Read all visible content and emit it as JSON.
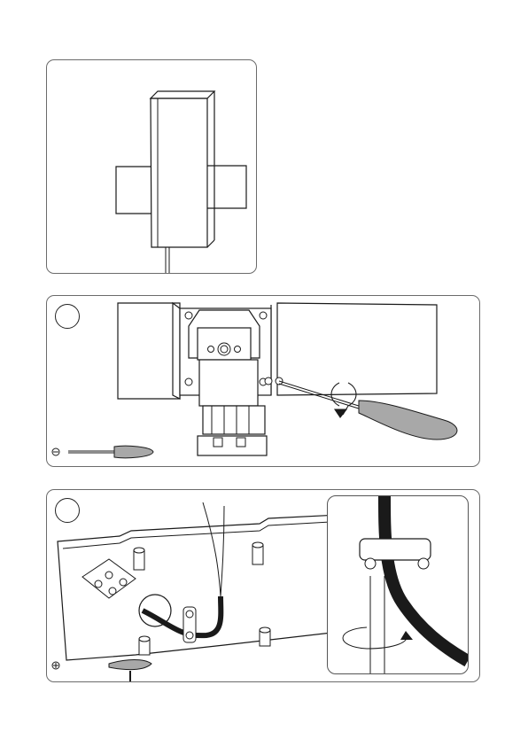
{
  "figure": {
    "panels": [
      {
        "id": "overview",
        "step": ""
      },
      {
        "id": "open-housing",
        "step": "",
        "tool_icon": "flathead-screwdriver-icon",
        "rotation": "counterclockwise"
      },
      {
        "id": "wiring",
        "step": "",
        "symbols": [
          "ground-icon"
        ],
        "inset_icon": "cable-clamp-detail",
        "rotation": "clockwise"
      }
    ],
    "colors": {
      "line": "#1a1a1a",
      "handle": "#a8a8a8",
      "panel_border": "#6b6b6b"
    }
  }
}
